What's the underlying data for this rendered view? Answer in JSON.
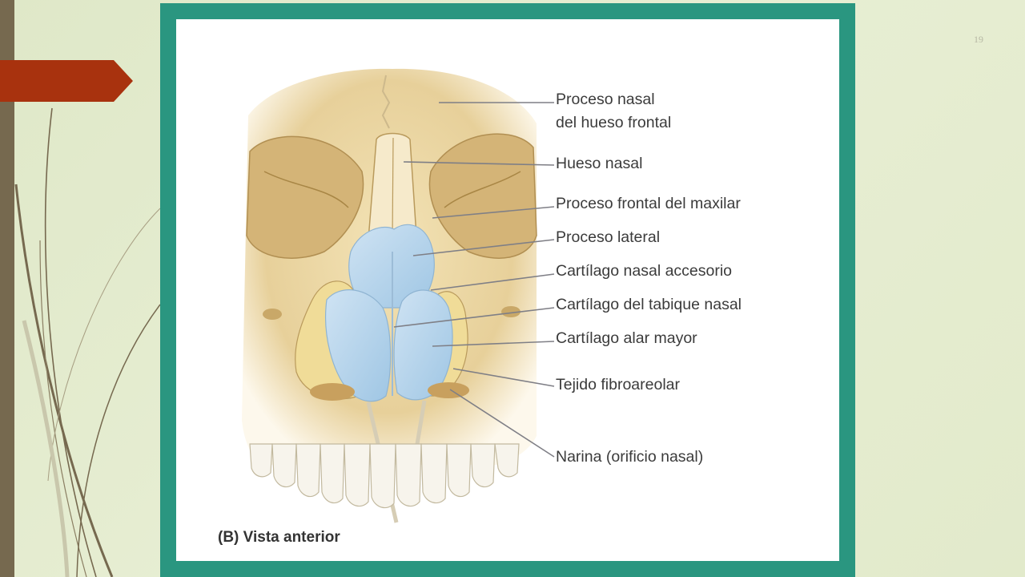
{
  "slide": {
    "number": "19",
    "colors": {
      "frame": "#2a9680",
      "accent_tag": "#a8320e",
      "left_bar": "#76694f",
      "cartilage": "#b8d6ec",
      "bone": "#ecd8a6"
    }
  },
  "diagram": {
    "labels": [
      {
        "id": "proceso-nasal-frontal",
        "lines": [
          "Proceso nasal",
          "del hueso frontal"
        ]
      },
      {
        "id": "hueso-nasal",
        "lines": [
          "Hueso nasal"
        ]
      },
      {
        "id": "proceso-frontal-maxilar",
        "lines": [
          "Proceso frontal del maxilar"
        ]
      },
      {
        "id": "proceso-lateral",
        "lines": [
          "Proceso lateral"
        ]
      },
      {
        "id": "cartilago-nasal-accesorio",
        "lines": [
          "Cartílago nasal accesorio"
        ]
      },
      {
        "id": "cartilago-tabique-nasal",
        "lines": [
          "Cartílago del tabique nasal"
        ]
      },
      {
        "id": "cartilago-alar-mayor",
        "lines": [
          "Cartílago alar mayor"
        ]
      },
      {
        "id": "tejido-fibroareolar",
        "lines": [
          "Tejido fibroareolar"
        ]
      },
      {
        "id": "narina",
        "lines": [
          "Narina (orificio nasal)"
        ]
      }
    ],
    "caption": "(B) Vista anterior"
  }
}
